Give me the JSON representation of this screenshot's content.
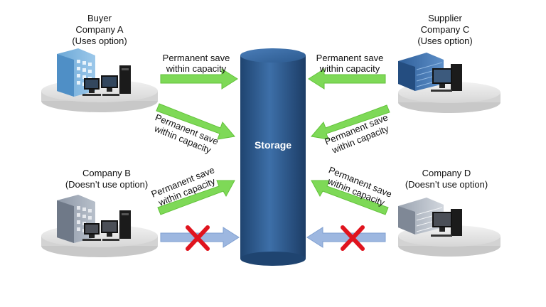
{
  "storage": {
    "label": "Storage"
  },
  "buyer": {
    "role": "Buyer",
    "company": "Company A",
    "note": "(Uses option)"
  },
  "supplier": {
    "role": "Supplier",
    "company": "Company C",
    "note": "(Uses option)"
  },
  "company_b": {
    "company": "Company B",
    "note": "(Doesn’t use option)"
  },
  "company_d": {
    "company": "Company D",
    "note": "(Doesn’t use option)"
  },
  "arrows": {
    "a_line1": "Permanent save",
    "a_line2": "within capacity",
    "c_line1": "Permanent save",
    "c_line2": "within capacity",
    "a_diag_line1": "Permanent save",
    "a_diag_line2": "within capacity",
    "c_diag_line1": "Permanent save",
    "c_diag_line2": "within capacity",
    "b_line1": "Permanent save",
    "b_line2": "within capacity",
    "d_line1": "Permanent save",
    "d_line2": "within capacity"
  },
  "colors": {
    "green_arrow": "#7ed957",
    "blue_arrow": "#9db7e0",
    "cylinder": "#2e5a8e",
    "cross": "#e0141e"
  }
}
